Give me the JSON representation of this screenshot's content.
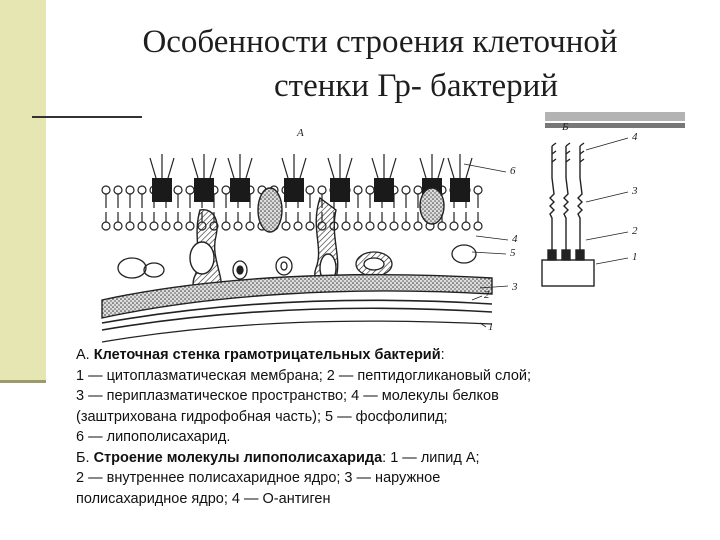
{
  "title": {
    "line1": "Особенности строения клеточной",
    "line2": "стенки Гр- бактерий"
  },
  "figure": {
    "label_a": "А",
    "label_b": "Б",
    "labels_a": [
      "1",
      "2",
      "3",
      "4",
      "5",
      "6"
    ],
    "labels_b": [
      "1",
      "2",
      "3",
      "4"
    ]
  },
  "caption": {
    "a_prefix": "А. ",
    "a_heading": "Клеточная стенка грамотрицательных бактерий",
    "a_colon": ":",
    "line2": "1 — цитоплазматическая мембрана; 2 — пептидогликановый слой;",
    "line3": "3 — периплазматическое пространство; 4 — молекулы белков",
    "line4": "(заштрихована гидрофобная часть); 5 — фосфолипид;",
    "line5": "6 — липополисахарид.",
    "b_prefix": "Б. ",
    "b_heading": "Строение молекулы липополисахарида",
    "b_rest": ": 1 — липид А;",
    "line7": "2 — внутреннее полисахаридное ядро; 3 — наружное",
    "line8": "полисахаридное ядро; 4 — О-антиген"
  },
  "colors": {
    "accent_bar": "#e6e6b3",
    "ink": "#1e1e1e"
  }
}
